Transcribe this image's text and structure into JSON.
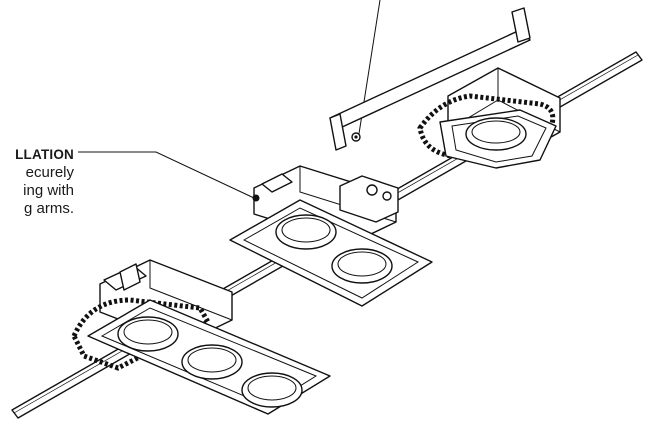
{
  "callout": {
    "title": "LLATION",
    "lines": [
      "ecurely",
      "ing with",
      "g arms."
    ]
  },
  "fixtures": [
    {
      "name": "triple-square-trim-fixture",
      "apertures": 3
    },
    {
      "name": "double-square-trim-fixture",
      "apertures": 2
    },
    {
      "name": "single-square-trim-fixture",
      "apertures": 1
    }
  ]
}
